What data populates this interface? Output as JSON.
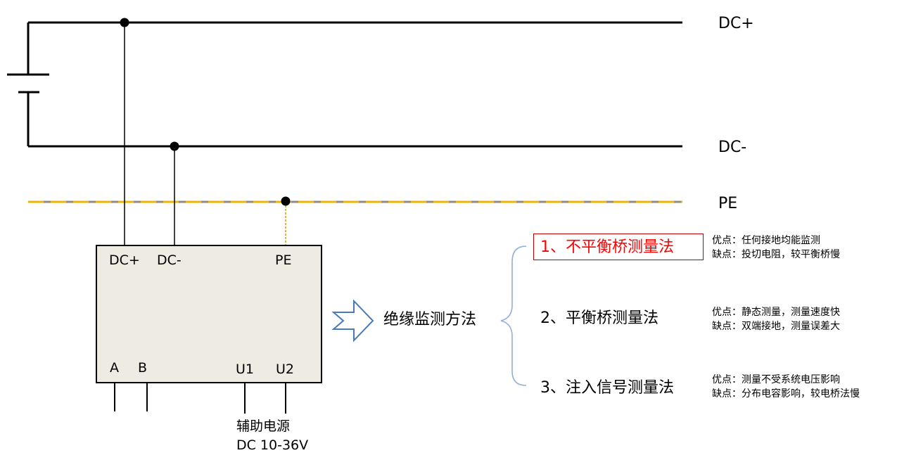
{
  "buses": {
    "dc_plus": "DC+",
    "dc_minus": "DC-",
    "pe": "PE"
  },
  "device": {
    "terminals_top": [
      "DC+",
      "DC-",
      "PE"
    ],
    "terminals_bottom": [
      "A",
      "B",
      "U1",
      "U2"
    ],
    "aux_power_title": "辅助电源",
    "aux_power_range": "DC 10-36V"
  },
  "center_label": "绝缘监测方法",
  "methods": [
    {
      "label": "1、不平衡桥测量法",
      "highlight": true,
      "pros": "优点：任何接地均能监测",
      "cons": "缺点：投切电阻，较平衡桥慢"
    },
    {
      "label": "2、平衡桥测量法",
      "highlight": false,
      "pros": "优点：静态测量，测量速度快",
      "cons": "缺点：双端接地，测量误差大"
    },
    {
      "label": "3、注入信号测量法",
      "highlight": false,
      "pros": "优点：测量不受系统电压影响",
      "cons": "缺点：分布电容影响，较电桥法慢"
    }
  ],
  "colors": {
    "highlight_text": "#ff0000",
    "highlight_border": "#c00000",
    "pe_dash": "#f0b400",
    "pe_base": "#8c8c8c",
    "device_fill": "#eeebe2",
    "arrow_stroke": "#4a7ab8",
    "brace_stroke": "#8fb1d8"
  }
}
